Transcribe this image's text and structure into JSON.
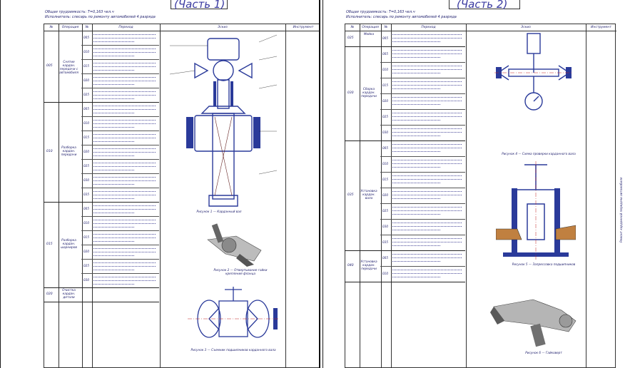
{
  "sheet1": {
    "title": "(Часть 1)",
    "header_line1": "Общая трудоемкость: Т=0,163 чел.ч",
    "header_line2": "Исполнитель: слесарь по ремонту автомобилей 4 разряда",
    "columns": [
      "№",
      "Операция",
      "№ перех.",
      "Переход",
      "Эскиз",
      "Инструмент"
    ],
    "operations": [
      {
        "num": "005",
        "name": "Снятие кардан. передачи с автомобиля",
        "steps": [
          "005",
          "010",
          "015",
          "020",
          "025"
        ]
      },
      {
        "num": "010",
        "name": "Разборка кардан. передачи",
        "steps": [
          "005",
          "010",
          "015",
          "020",
          "025",
          "030",
          "035"
        ]
      },
      {
        "num": "015",
        "name": "Разборка кардан. шарниров",
        "steps": [
          "005",
          "010",
          "015",
          "020",
          "025",
          "030"
        ]
      },
      {
        "num": "020",
        "name": "Очистка кардан. детали",
        "steps": []
      }
    ],
    "figure1_caption": "Рисунок 1 — Карданный вал",
    "figure2_caption": "Рисунок 2 — Отвертывание гайки крепления фланца",
    "figure3_caption": "Рисунок 3 — Съемник подшипников карданного вала"
  },
  "sheet2": {
    "title": "(Часть 2)",
    "header_line1": "Общая трудоемкость: Т=0,163 чел.ч",
    "header_line2": "Исполнитель: слесарь по ремонту автомобилей 4 разряда",
    "columns": [
      "№",
      "Операция",
      "№ перех.",
      "Переход",
      "Эскиз",
      "Инструмент"
    ],
    "operations": [
      {
        "num": "025",
        "name": "Мойка",
        "steps": [
          "005"
        ]
      },
      {
        "num": "030",
        "name": "Сборка кардан. передачи",
        "steps": [
          "005",
          "010",
          "015",
          "020",
          "025",
          "030"
        ]
      },
      {
        "num": "035",
        "name": "Установка кардан. вала",
        "steps": [
          "005",
          "010",
          "015",
          "020",
          "025",
          "030",
          "035"
        ]
      },
      {
        "num": "040",
        "name": "Установка кардан. передачи",
        "steps": [
          "005",
          "010"
        ]
      }
    ],
    "figure4_caption": "Рисунок 4 — Схема проверки карданного вала",
    "figure5_caption": "Рисунок 5 — Запрессовка подшипников",
    "figure6_caption": "Рисунок 6 — Гайковерт"
  },
  "side_note": "Ремонт карданной передачи автомобиля"
}
